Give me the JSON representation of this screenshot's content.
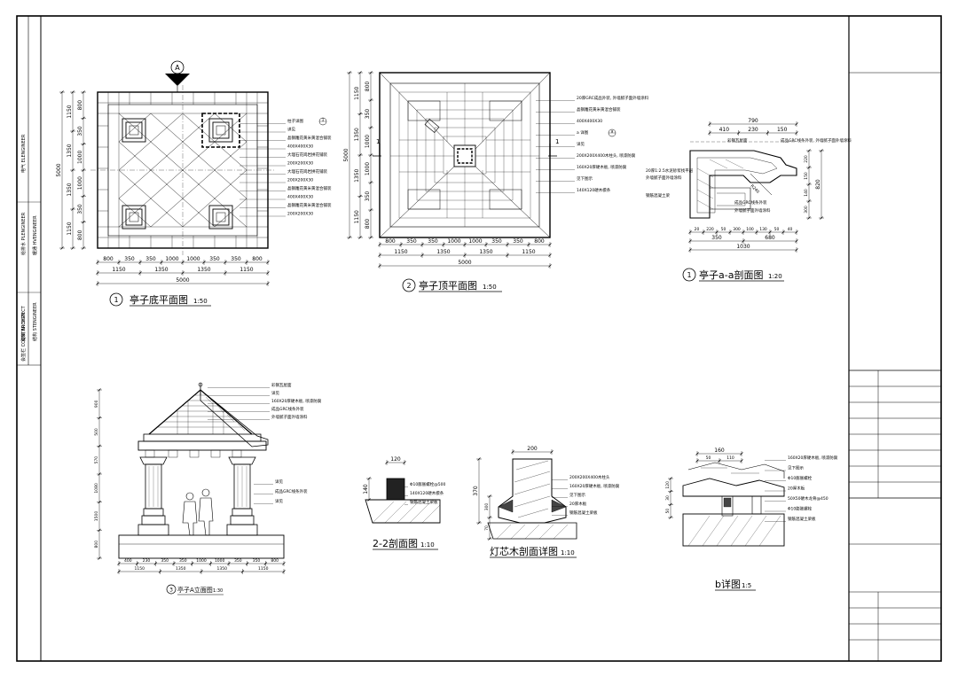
{
  "side_strip": {
    "labels": [
      "电气 ELENGINEER",
      "给排水 PLENGINEER",
      "暖通 HVENGINEER",
      "建筑 ARCHITECT",
      "结构 STENGINEER",
      "会签栏 COUNTER SIGN"
    ]
  },
  "plan1": {
    "marker_letter": "A",
    "num": "1",
    "title": "亭子底平面图",
    "scale": "1:50",
    "bottom_dims_a": [
      "800",
      "350",
      "350",
      "1000",
      "1000",
      "350",
      "350",
      "800"
    ],
    "bottom_dims_b": [
      "1150",
      "1350",
      "1350",
      "1150"
    ],
    "bottom_total": "5000",
    "left_dims_a": [
      "800",
      "350",
      "1000",
      "1000",
      "350",
      "800"
    ],
    "left_dims_b": [
      "1150",
      "1350",
      "1350",
      "1150"
    ],
    "left_total": "5000",
    "callouts": [
      {
        "text": "柱子详图",
        "ref": "1"
      },
      {
        "text": "详见"
      },
      {
        "text": "晶钢雕花黄米黄混合铺装"
      },
      {
        "text": "400X400X30"
      },
      {
        "text": "大理石花岗岩拼花铺装"
      },
      {
        "text": "200X200X30"
      },
      {
        "text": "大理石花岗岩拼花铺装"
      },
      {
        "text": "200X200X30"
      },
      {
        "text": "晶钢雕花黄米黄混合铺装"
      },
      {
        "text": "400X400X30"
      },
      {
        "text": "晶钢雕花黄米黄混合铺装"
      },
      {
        "text": "200X200X30"
      }
    ]
  },
  "plan2": {
    "num": "2",
    "title": "亭子顶平面图",
    "scale": "1:50",
    "section_mark": "1",
    "bottom_dims_a": [
      "800",
      "350",
      "350",
      "1000",
      "1000",
      "350",
      "350",
      "800"
    ],
    "bottom_dims_b": [
      "1150",
      "1350",
      "1350",
      "1150"
    ],
    "bottom_total": "5000",
    "left_dims_a": [
      "800",
      "350",
      "1000",
      "1000",
      "350",
      "800"
    ],
    "left_dims_b": [
      "1150",
      "1350",
      "1350",
      "1150"
    ],
    "left_total": "5000",
    "callouts": [
      {
        "text": "20厚GRC成品外装, 外墙腻子面外墙涂料"
      },
      {
        "text": "晶钢雕花黄米黄混合铺装"
      },
      {
        "text": "400X400X30"
      },
      {
        "text": "a 详图",
        "ref": "a"
      },
      {
        "text": "详见"
      },
      {
        "text": "200X200X400木柱头, 喷漆防腐"
      },
      {
        "text": "160X20厚硬木板, 喷漆防腐"
      },
      {
        "text": "见下图示"
      },
      {
        "text": "140X120硬木檩条"
      }
    ]
  },
  "section_aa": {
    "num": "1",
    "title": "亭子a-a剖面图",
    "scale": "1:20",
    "top_dims": [
      "410",
      "230",
      "150"
    ],
    "top_total": "790",
    "bottom_dims": [
      "20",
      "220",
      "50",
      "300",
      "100",
      "130",
      "50",
      "40"
    ],
    "bottom_sub": [
      "350",
      "680"
    ],
    "bottom_total": "1030",
    "right_dims": [
      "220",
      "150",
      "140",
      "300"
    ],
    "right_total": "820",
    "callouts": [
      {
        "text": "彩钢瓦屋面"
      },
      {
        "text": "20厚1:2.5水泥砂浆找平层"
      },
      {
        "text": "外墙腻子面外墙涂料"
      },
      {
        "text": "钢筋混凝土梁"
      },
      {
        "text": "成品GRC线条外装"
      },
      {
        "text": "外墙腻子面外墙涂料"
      },
      {
        "text": "成品GRC线条外装, 外墙腻子面外墙涂料"
      }
    ]
  },
  "elevation": {
    "num": "3",
    "title": "亭子A立面图",
    "scale": "1:30",
    "bottom_dims_a": [
      "400",
      "230",
      "350",
      "350",
      "1000",
      "1000",
      "350",
      "350",
      "800"
    ],
    "bottom_dims_b": [
      "1150",
      "1350",
      "1350",
      "1150"
    ],
    "left_dims": [
      "900",
      "500",
      "570",
      "1080",
      "1500",
      "800"
    ],
    "callouts": [
      {
        "text": "彩钢瓦屋面"
      },
      {
        "text": "详见"
      },
      {
        "text": "160X20厚硬木板, 喷漆防腐"
      },
      {
        "text": "成品GRC线条外装"
      },
      {
        "text": "外墙腻子面外墙涂料"
      },
      {
        "text": "详见"
      },
      {
        "text": "成品GRC线条外装"
      },
      {
        "text": "详见"
      }
    ]
  },
  "section22": {
    "title": "2-2剖面图",
    "scale": "1:10",
    "top_dim": "120",
    "left_dim": "140",
    "callouts": [
      {
        "text": "Φ10膨胀螺栓@500"
      },
      {
        "text": "140X120硬木檩条"
      },
      {
        "text": "钢筋混凝土梁板"
      }
    ]
  },
  "lamp_section": {
    "title": "灯芯木剖面详图",
    "scale": "1:10",
    "top_dim": "200",
    "left_dims": [
      "370",
      "300",
      "70"
    ],
    "callouts": [
      {
        "text": "200X200X400木柱头"
      },
      {
        "text": "160X20厚硬木板, 喷漆防腐"
      },
      {
        "text": "见下图示"
      },
      {
        "text": "20厚木板"
      },
      {
        "text": "钢筋混凝土梁板"
      }
    ]
  },
  "detail_b": {
    "title": "b详图",
    "scale": "1:5",
    "top_dims": [
      "160",
      "50",
      "110"
    ],
    "left_dims": [
      "120",
      "30",
      "50"
    ],
    "callouts": [
      {
        "text": "160X20厚硬木板, 喷漆防腐"
      },
      {
        "text": "见下图示"
      },
      {
        "text": "Φ10膨胀螺栓"
      },
      {
        "text": "20厚木板"
      },
      {
        "text": "50X50硬木龙骨@450"
      },
      {
        "text": "Φ10膨胀螺栓"
      },
      {
        "text": "钢筋混凝土梁板"
      }
    ]
  }
}
